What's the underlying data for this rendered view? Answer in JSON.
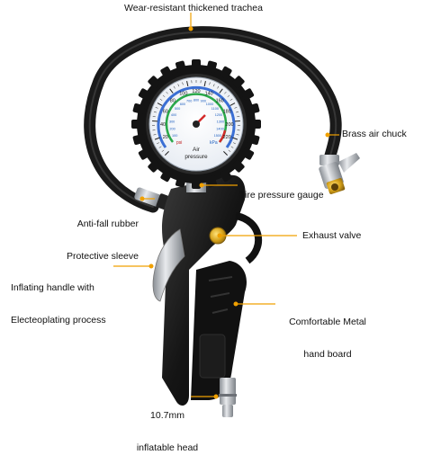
{
  "labels": {
    "trachea": "Wear-resistant thickened trachea",
    "chuck": "Brass air chuck",
    "sleeve_line1": "Anti-fall rubber",
    "sleeve_line2": "Protective sleeve",
    "gauge": "Tire pressure gauge",
    "exhaust": "Exhaust valve",
    "handle_line1": "Inflating handle with",
    "handle_line2": "Electeoplating process",
    "board_line1": "Comfortable Metal",
    "board_line2": "hand board",
    "head_line1": "10.7mm",
    "head_line2": "inflatable head"
  },
  "dial": {
    "title_line1": "Air",
    "title_line2": "pressure",
    "outer_ticks": [
      "20",
      "40",
      "60",
      "80",
      "100",
      "120",
      "140",
      "160",
      "180",
      "200",
      "220"
    ],
    "inner_ticks": [
      "100",
      "200",
      "300",
      "400",
      "500",
      "600",
      "700",
      "800",
      "900",
      "1000",
      "1100",
      "1200",
      "1300",
      "1400",
      "1500"
    ],
    "units": [
      "psi",
      "kPa"
    ]
  },
  "colors": {
    "accent": "#f0a000",
    "hose": "#1a1a1a",
    "brass": "#d4a017",
    "chrome": "#b8bcc2"
  }
}
